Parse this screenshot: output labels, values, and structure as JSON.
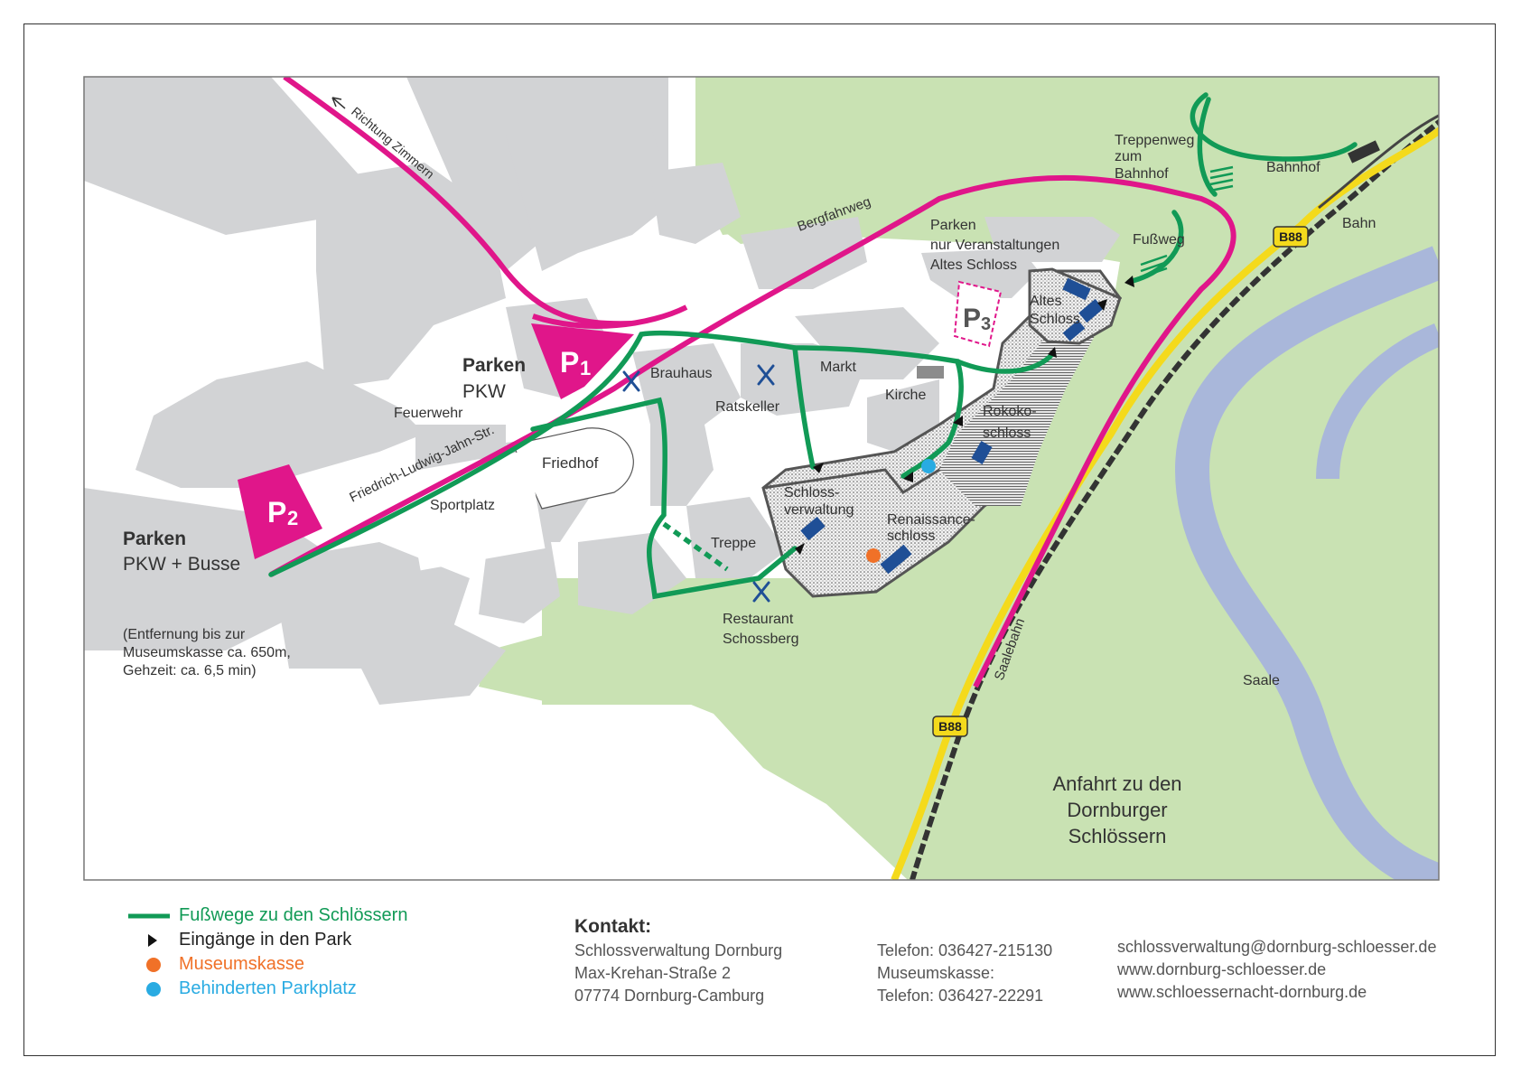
{
  "map": {
    "roads": {
      "zimmern": "Richtung Zimmern",
      "bergfahrweg": "Bergfahrweg",
      "jahn_str": "Friedrich-Ludwig-Jahn-Str.",
      "b88_label": "B88",
      "saalebahn": "Saalebahn"
    },
    "parking": {
      "p1": {
        "id": "P",
        "sub": "1",
        "title": "Parken",
        "type": "PKW"
      },
      "p2": {
        "id": "P",
        "sub": "2",
        "title": "Parken",
        "type": "PKW + Busse",
        "note1": "(Entfernung bis zur",
        "note2": "Museumskasse ca. 650m,",
        "note3": "Gehzeit: ca. 6,5 min)"
      },
      "p3": {
        "id": "P",
        "sub": "3",
        "l1": "Parken",
        "l2": "nur Veranstaltungen",
        "l3": "Altes Schloss"
      }
    },
    "places": {
      "feuerwehr": "Feuerwehr",
      "friedhof": "Friedhof",
      "sportplatz": "Sportplatz",
      "brauhaus": "Brauhaus",
      "ratskeller": "Ratskeller",
      "markt": "Markt",
      "kirche": "Kirche",
      "treppe": "Treppe",
      "restaurant1": "Restaurant",
      "restaurant2": "Schossberg",
      "schlossverwaltung1": "Schloss-",
      "schlossverwaltung2": "verwaltung",
      "renaissance1": "Renaissance-",
      "renaissance2": "schloss",
      "rokoko1": "Rokoko-",
      "rokoko2": "schloss",
      "altes1": "Altes",
      "altes2": "Schloss",
      "treppenweg1": "Treppenweg",
      "treppenweg2": "zum",
      "treppenweg3": "Bahnhof",
      "fussweg": "Fußweg",
      "bahnhof": "Bahnhof",
      "bahn": "Bahn",
      "saale": "Saale",
      "anfahrt1": "Anfahrt zu den",
      "anfahrt2": "Dornburger",
      "anfahrt3": "Schlössern"
    },
    "icons": [
      "restaurant-icon",
      "entrance-arrow-icon",
      "church-icon",
      "station-icon",
      "parking-icon"
    ]
  },
  "legend": {
    "paths": "Fußwege zu den Schlössern",
    "entrances": "Eingänge in den Park",
    "ticket": "Museumskasse",
    "disabled": "Behinderten Parkplatz"
  },
  "contact": {
    "heading": "Kontakt:",
    "org": "Schlossverwaltung Dornburg",
    "street": "Max-Krehan-Straße 2",
    "city": "07774 Dornburg-Camburg",
    "phone": "Telefon: 036427-215130",
    "museum_label": "Museumskasse:",
    "museum_phone": "Telefon: 036427-22291",
    "email": "schlossverwaltung@dornburg-schloesser.de",
    "web1": "www.dornburg-schloesser.de",
    "web2": "www.schloessernacht-dornburg.de"
  },
  "colors": {
    "green_path": "#119a56",
    "magenta_road": "#e0168a",
    "building_grey": "#d2d3d5",
    "park_green": "#c9e2b3",
    "river_blue": "#a9b7da",
    "b88_yellow": "#f4da1c",
    "castle_blue": "#1f4f96",
    "ticket_orange": "#f07128",
    "disabled_cyan": "#29abe2"
  }
}
